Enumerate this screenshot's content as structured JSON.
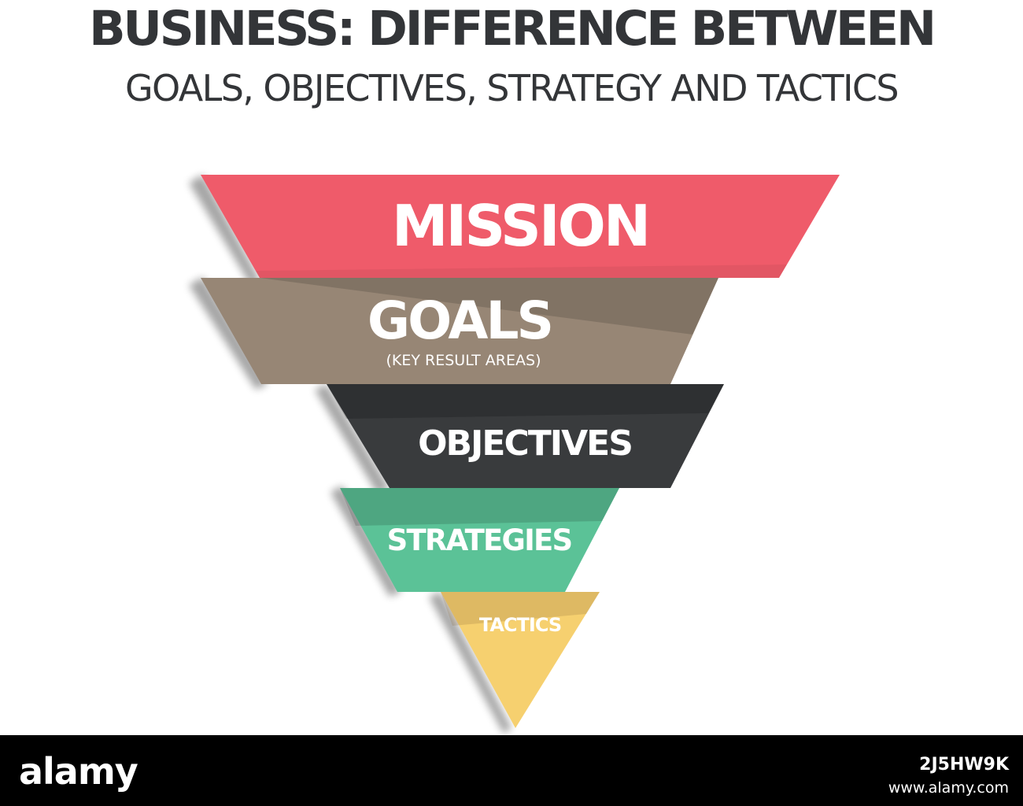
{
  "header": {
    "title": "BUSINESS: DIFFERENCE BETWEEN",
    "subtitle": "GOALS, OBJECTIVES, STRATEGY AND TACTICS"
  },
  "pyramid": {
    "layers": [
      {
        "label": "MISSION",
        "sublabel": "",
        "color": "#ef5b6a"
      },
      {
        "label": "GOALS",
        "sublabel": "(KEY RESULT AREAS)",
        "color": "#978675"
      },
      {
        "label": "OBJECTIVES",
        "sublabel": "",
        "color": "#393b3d"
      },
      {
        "label": "STRATEGIES",
        "sublabel": "",
        "color": "#5bc297"
      },
      {
        "label": "TACTICS",
        "sublabel": "",
        "color": "#f6d06f"
      }
    ]
  },
  "footer": {
    "logo": "alamy",
    "image_id": "2J5HW9K",
    "url": "www.alamy.com"
  }
}
